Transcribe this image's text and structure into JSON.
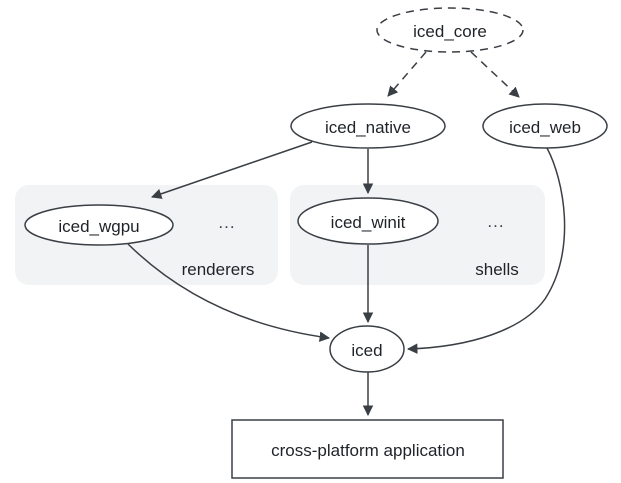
{
  "colors": {
    "background": "#ffffff",
    "stroke": "#3a3f45",
    "text": "#1f2328",
    "accent_blue": "#1a73e8",
    "group_bg": "#f1f3f4"
  },
  "diagram": {
    "nodes": {
      "iced_core": {
        "label": "iced_core",
        "shape": "dashed-ellipse"
      },
      "iced_native": {
        "label": "iced_native",
        "shape": "ellipse"
      },
      "iced_web": {
        "label": "iced_web",
        "shape": "ellipse"
      },
      "iced_wgpu": {
        "label": "iced_wgpu",
        "shape": "ellipse"
      },
      "iced_winit": {
        "label": "iced_winit",
        "shape": "ellipse"
      },
      "iced": {
        "label": "iced",
        "shape": "ellipse"
      },
      "app": {
        "label": "cross-platform application",
        "shape": "rectangle"
      }
    },
    "groups": {
      "renderers": {
        "label": "renderers",
        "ellipsis": "...",
        "contains": [
          "iced_wgpu"
        ]
      },
      "shells": {
        "label": "shells",
        "ellipsis": "...",
        "contains": [
          "iced_winit"
        ]
      }
    },
    "edges": [
      {
        "from": "iced_core",
        "to": "iced_native",
        "style": "dashed"
      },
      {
        "from": "iced_core",
        "to": "iced_web",
        "style": "dashed"
      },
      {
        "from": "iced_native",
        "to": "iced_wgpu",
        "style": "solid"
      },
      {
        "from": "iced_native",
        "to": "iced_winit",
        "style": "solid"
      },
      {
        "from": "iced_wgpu",
        "to": "iced",
        "style": "solid-curve"
      },
      {
        "from": "iced_winit",
        "to": "iced",
        "style": "solid"
      },
      {
        "from": "iced_web",
        "to": "iced",
        "style": "solid-curve"
      },
      {
        "from": "iced",
        "to": "app",
        "style": "solid"
      }
    ]
  }
}
